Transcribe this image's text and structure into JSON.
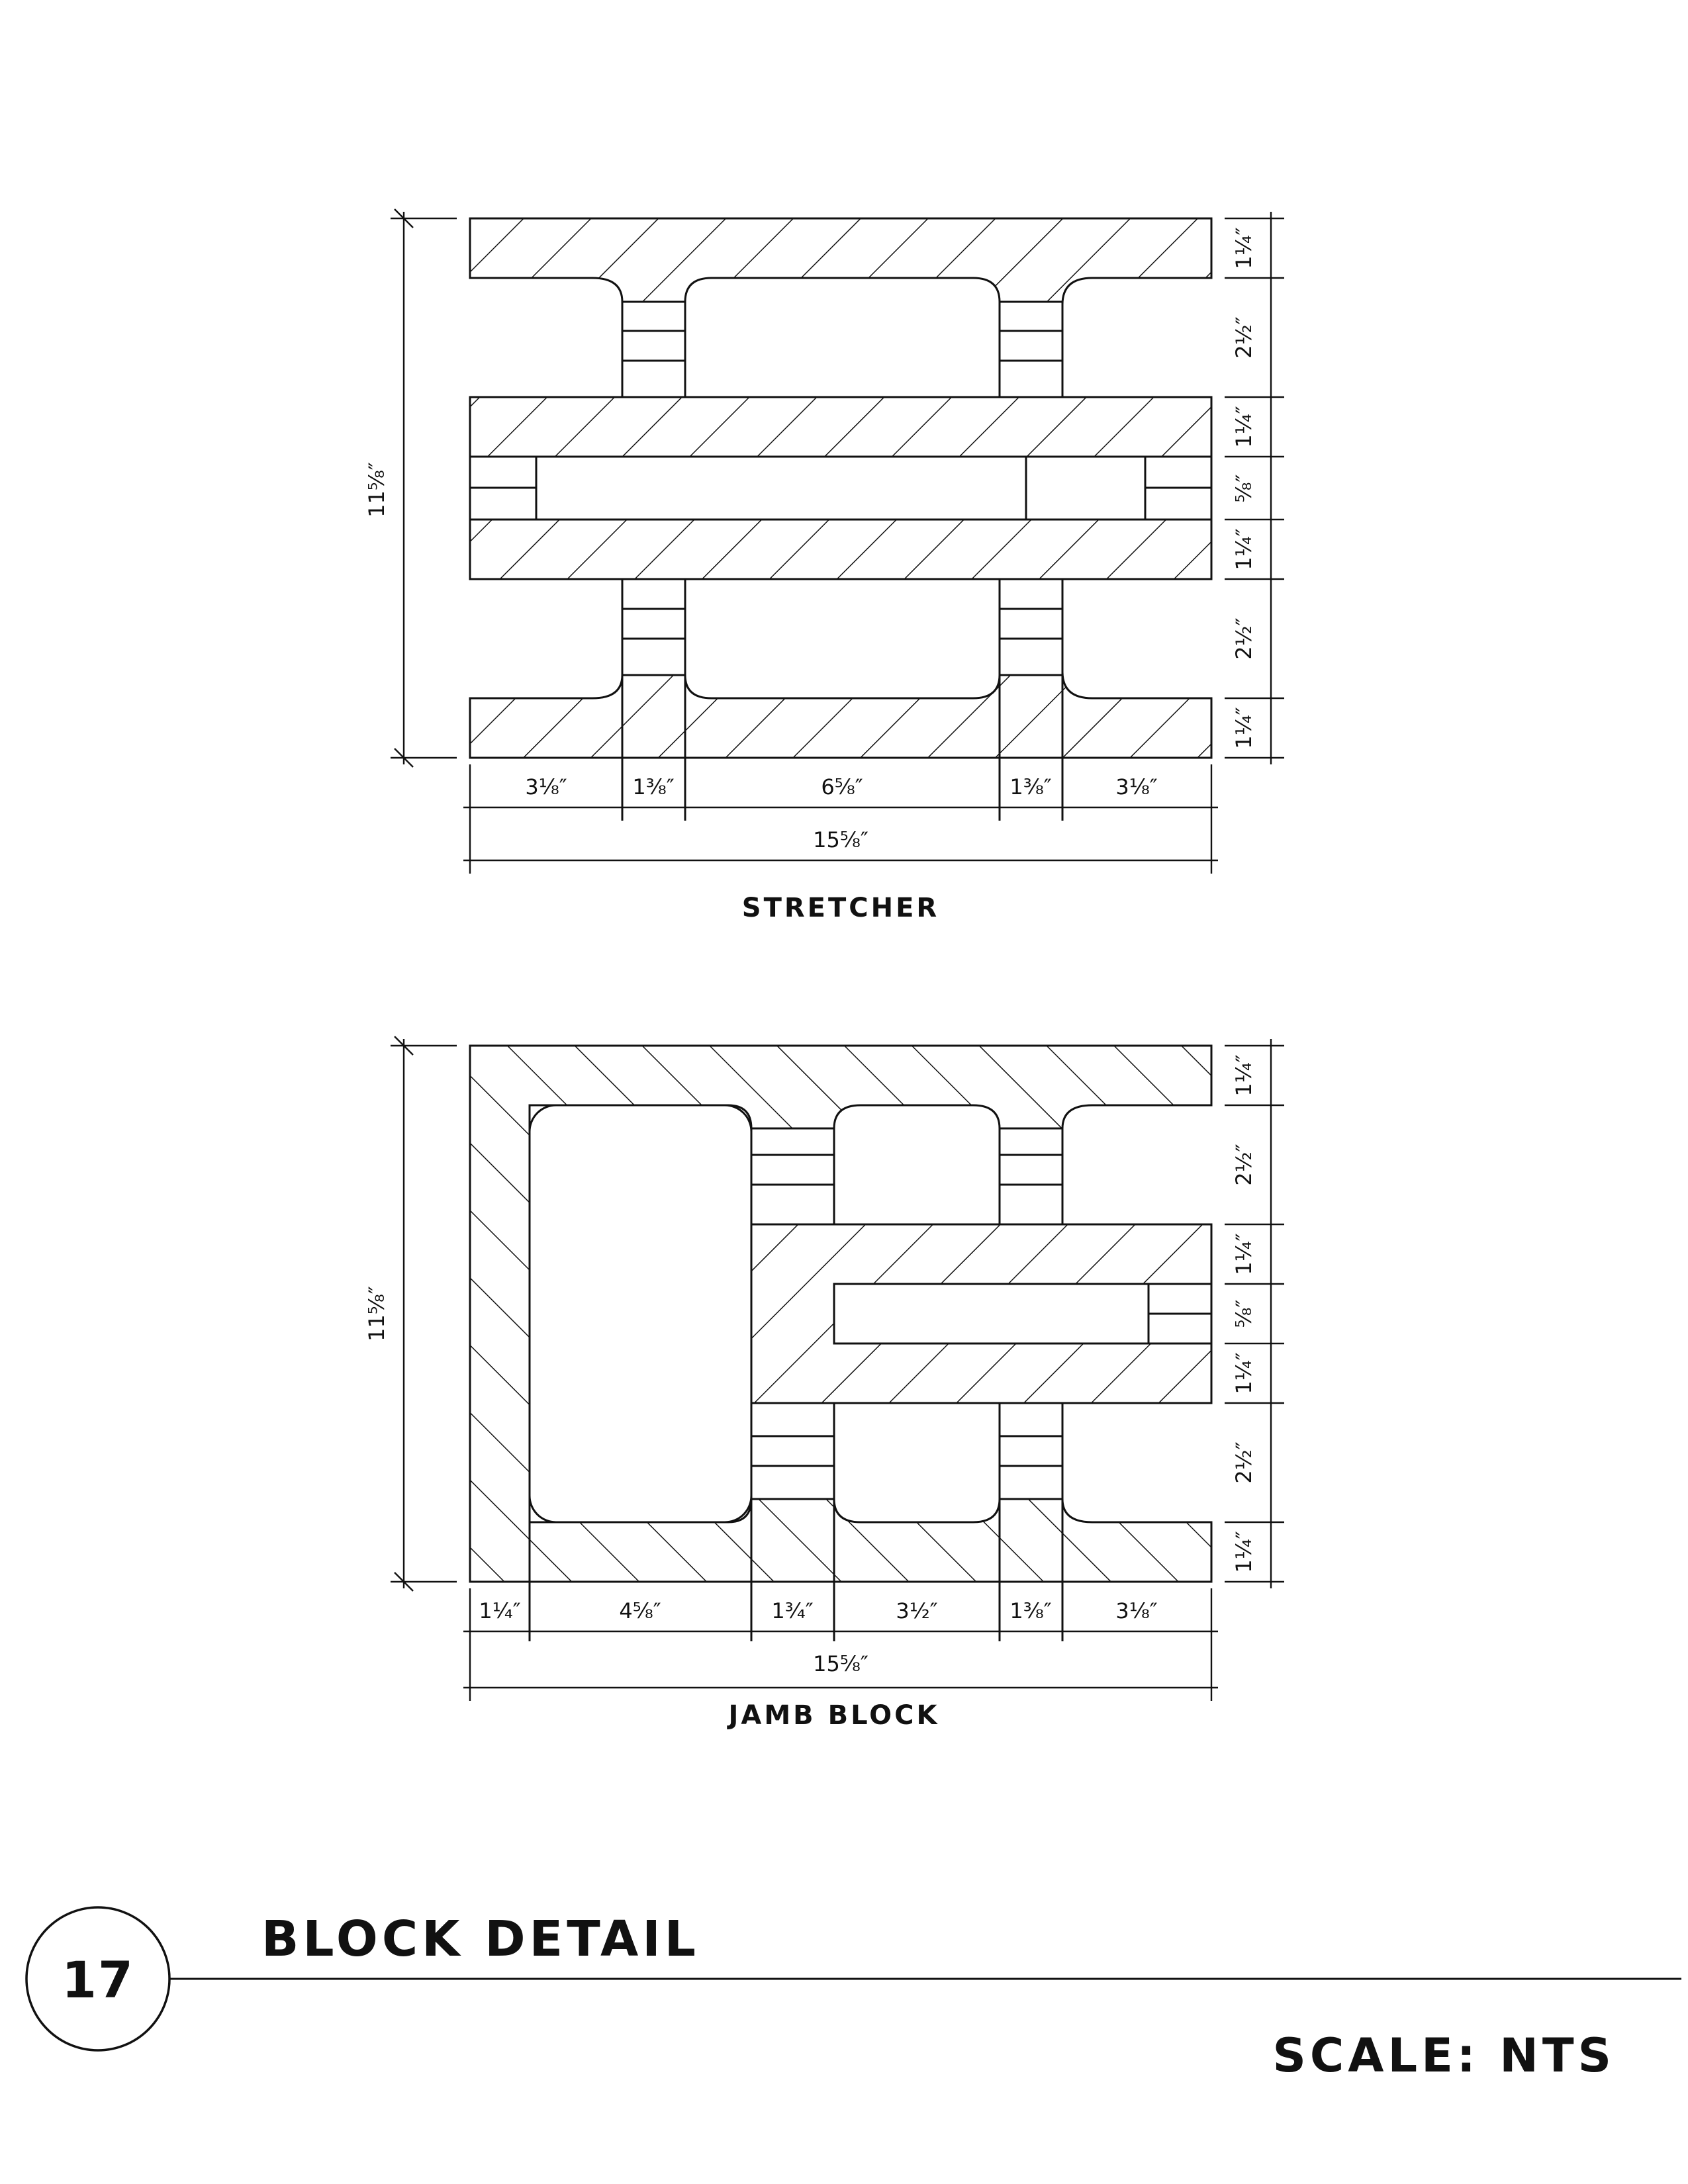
{
  "stretcher": {
    "label": "STRETCHER",
    "height_dim": "11⅝″",
    "width_dims": [
      "3⅛″",
      "1⅜″",
      "6⅝″",
      "1⅜″",
      "3⅛″"
    ],
    "overall_width": "15⅝″",
    "vertical_dims": [
      "1¼″",
      "2½″",
      "1¼″",
      "⅝″",
      "1¼″",
      "2½″",
      "1¼″"
    ]
  },
  "jamb": {
    "label": "JAMB BLOCK",
    "height_dim": "11⅝″",
    "width_dims": [
      "1¼″",
      "4⅝″",
      "1¾″",
      "3½″",
      "1⅜″",
      "3⅛″"
    ],
    "overall_width": "15⅝″",
    "vertical_dims": [
      "1¼″",
      "2½″",
      "1¼″",
      "⅝″",
      "1¼″",
      "2½″",
      "1¼″"
    ]
  },
  "title_block": {
    "detail_number": "17",
    "title": "BLOCK DETAIL",
    "scale": "SCALE: NTS"
  }
}
